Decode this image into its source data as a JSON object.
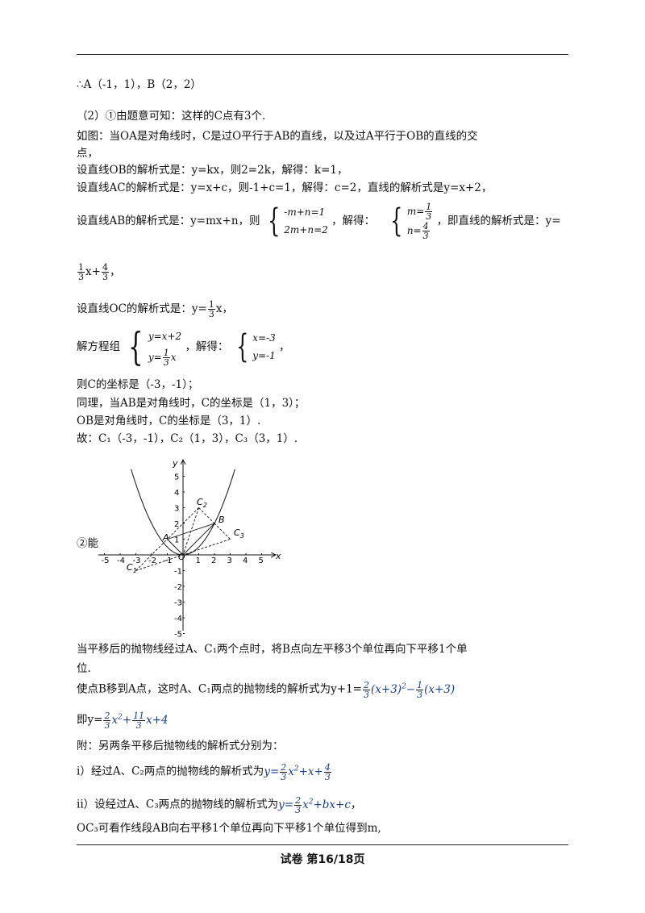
{
  "lines": {
    "l1": "∴A（-1，1），B（2，2）",
    "l2": "（2）①由题意可知：这样的C点有3个.",
    "l3": "如图：当OA是对角线时，C是过O平行于AB的直线，以及过A平行于OB的直线的交",
    "l4": "点，",
    "l5": "设直线OB的解析式是：y=kx，则2=2k，解得：k=1，",
    "l6": "设直线AC的解析式是：y=x+c，则-1+c=1，解得：c=2，直线的解析式是y=x+2，",
    "l7a": "设直线AB的解析式是：y=mx+n，则",
    "l7b": "，解得：",
    "l7c": "，即直线的解析式是：y=",
    "l7eq1": "-m+n=1",
    "l7eq2": "2m+n=2",
    "l7s1": "m=",
    "l7s2": "n=",
    "l8tail": "x+",
    "l8end": "，",
    "l9a": "设直线OC的解析式是：y=",
    "l9b": "x，",
    "l10a": "解方程组",
    "l10b": "，解得：",
    "sys1": "y=x+2",
    "sys2a": "y=",
    "sys2b": "x",
    "sol1": "x=-3",
    "sol2": "y=-1",
    "sol_end": "，",
    "l11": "则C的坐标是（-3，-1）；",
    "l12": "同理，当AB是对角线时，C的坐标是（1，3）；",
    "l13": "OB是对角线时，C的坐标是（3，1）.",
    "l14": "故：C₁（-3，-1），C₂（1，3），C₃（3，1）.",
    "neng": "②能",
    "l15": "当平移后的抛物线经过A、C₁两个点时，将B点向左平移3个单位再向下平移1个单",
    "l16": "位.",
    "l17a": "使点B移到A点，这时A、C₁两点的抛物线的解析式为y+1=",
    "l17b": "(x+3)",
    "l17c": "2",
    "l17d": "−",
    "l17e": "(x+3)",
    "l18a": "即y=",
    "l18b": "x",
    "l18c": "2",
    "l18d": "+",
    "l18e": "x+4",
    "l19": "附：另两条平移后抛物线的解析式分别为：",
    "l20a": "i）经过A、C₂两点的抛物线的解析式为",
    "l20b": "y=",
    "l20c": "x",
    "l20d": "2",
    "l20e": "+x+",
    "l21a": "ii）设经过A、C₃两点的抛物线的解析式为",
    "l21b": "y=",
    "l21c": "x",
    "l21d": "2",
    "l21e": "+bx+c",
    "l21f": "，",
    "l22": "OC₃可看作线段AB向右平移1个单位再向下平移1个单位得到m,"
  },
  "fractions": {
    "one_third": {
      "num": "1",
      "den": "3"
    },
    "four_third": {
      "num": "4",
      "den": "3"
    },
    "neg4": {
      "num": "4",
      "den": "3"
    },
    "two_third": {
      "num": "2",
      "den": "3"
    },
    "eleven_third": {
      "num": "11",
      "den": "3"
    }
  },
  "graph": {
    "x_label": "x",
    "y_label": "y",
    "origin_label": "O",
    "x_ticks": [
      -5,
      -4,
      -3,
      -2,
      -1,
      1,
      2,
      3,
      4,
      5
    ],
    "y_ticks": [
      -5,
      -4,
      -3,
      -2,
      -1,
      1,
      2,
      3,
      4,
      5
    ],
    "x_tick_labels": [
      "-5",
      "-4",
      "-3",
      "-2",
      "-1",
      "1",
      "2",
      "3",
      "4",
      "5"
    ],
    "y_tick_labels": [
      "-5",
      "-4",
      "-3",
      "-2",
      "-1",
      "1",
      "2",
      "3",
      "4",
      "5"
    ],
    "points": {
      "A": "A",
      "B": "B",
      "C1": "C",
      "C1sub": "1",
      "C2": "C",
      "C2sub": "2",
      "C3": "C",
      "C3sub": "3"
    },
    "parabola": "y = 1/2 x^2"
  },
  "footer": "试卷   第16/18页"
}
